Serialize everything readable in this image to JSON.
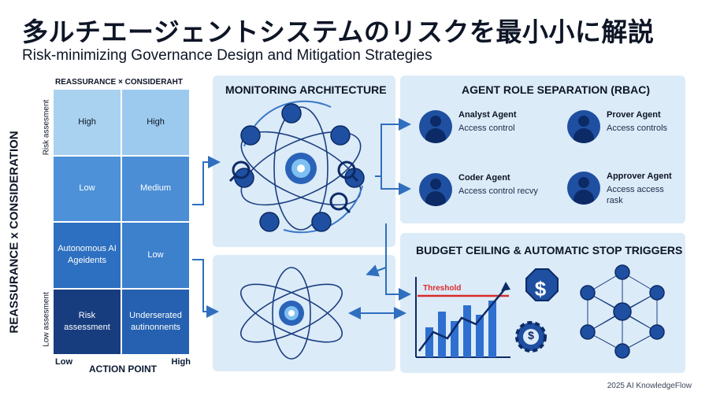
{
  "header": {
    "title_jp": "多ルチエージェントシステムのリスクを最小小に解説",
    "title_en": "Risk-minimizing Governance Design and Mitigation Strategies"
  },
  "matrix": {
    "top_label": "REASSURANCE × CONSIDERAHT",
    "y_axis_label": "REASSURANCE x CONSIDERATION",
    "y_top_small": "Risk assesment",
    "y_bottom_small": "Low assesment",
    "x_low": "Low",
    "x_high": "High",
    "x_axis_label": "ACTION POINT",
    "cells": [
      {
        "text": "High",
        "color": "#a9d2f0",
        "text_color": "#0d1526"
      },
      {
        "text": "High",
        "color": "#9ccaee",
        "text_color": "#0d1526"
      },
      {
        "text": "Low",
        "color": "#4d92d9",
        "text_color": "#ffffff"
      },
      {
        "text": "Medium",
        "color": "#4b8ed6",
        "text_color": "#ffffff"
      },
      {
        "text": "Autonomous AI Ageidents",
        "color": "#2d6fc0",
        "text_color": "#ffffff"
      },
      {
        "text": "Low",
        "color": "#3d80cc",
        "text_color": "#ffffff"
      },
      {
        "text": "Risk assessment",
        "color": "#173d7f",
        "text_color": "#ffffff"
      },
      {
        "text": "Underserated autinonnents",
        "color": "#2561b0",
        "text_color": "#ffffff"
      }
    ]
  },
  "monitoring": {
    "title": "MONITORING ARCHITECTURE"
  },
  "rbac": {
    "title": "AGENT ROLE SEPARATION (RBAC)",
    "agents": [
      {
        "name": "Analyst Agent",
        "desc": "Access control"
      },
      {
        "name": "Prover Agent",
        "desc": "Access controls"
      },
      {
        "name": "Coder Agent",
        "desc": "Access control recvy"
      },
      {
        "name": "Approver Agent",
        "desc": "Access access rask"
      }
    ]
  },
  "budget": {
    "title": "BUDGET CEILING & AUTOMATIC STOP TRIGGERS",
    "threshold_label": "Threshold",
    "currency_symbol": "$"
  },
  "colors": {
    "accent": "#1f5fbf",
    "dark": "#0c2a66",
    "panel": "#dcebf8",
    "threshold": "#d92b2b",
    "arrow": "#2f6fbf"
  },
  "footer": {
    "credit": "2025 AI KnowledgeFlow"
  }
}
